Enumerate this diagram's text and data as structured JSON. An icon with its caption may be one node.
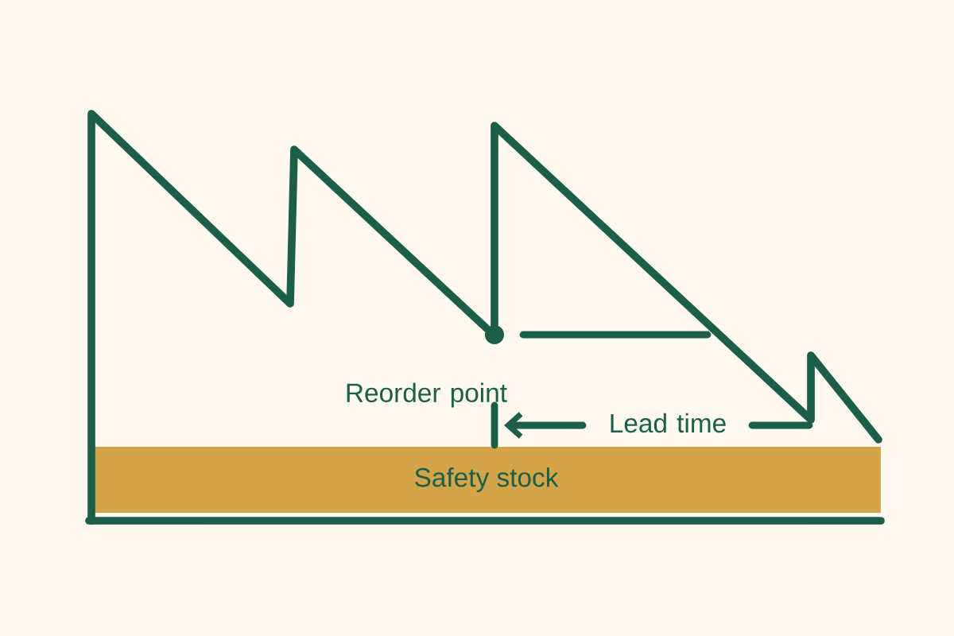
{
  "diagram": {
    "nodes": [
      {
        "text": [
          "Safety stock"
        ]
      }
    ],
    "labels": [
      "Reorder point",
      "Lead time"
    ]
  }
}
